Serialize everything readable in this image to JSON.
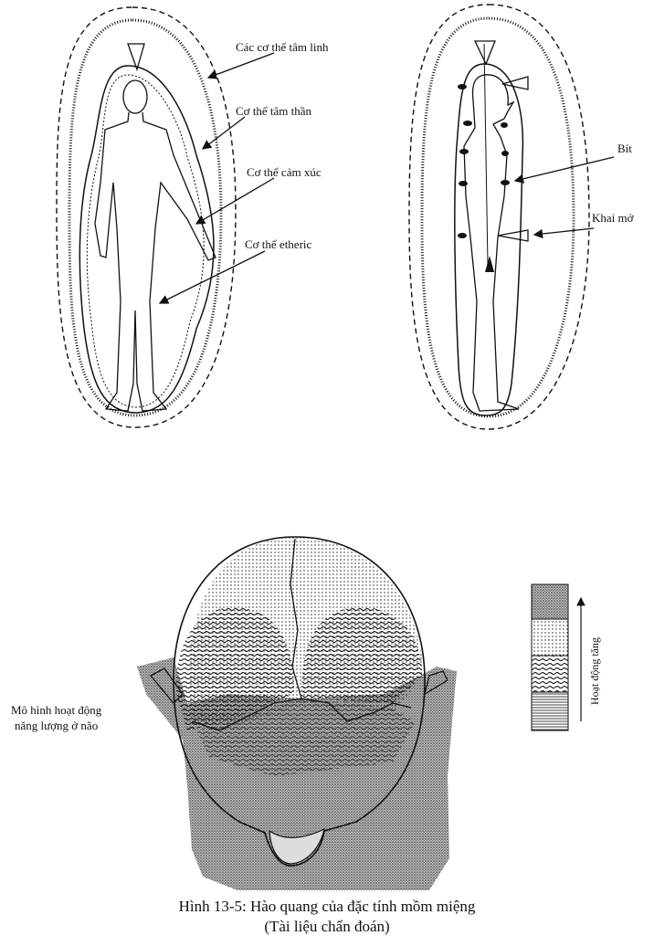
{
  "top_left_labels": {
    "spiritual_bodies": "Các cơ thể tâm linh",
    "mental_body": "Cơ thể tâm thần",
    "emotional_body": "Cơ thể cảm xúc",
    "etheric_body": "Cơ thể etheric"
  },
  "top_right_labels": {
    "blocked": "Bít",
    "open": "Khai mở"
  },
  "brain_model_label": {
    "line1": "Mô hình hoạt động",
    "line2": "năng lượng ở não"
  },
  "legend": {
    "axis_label": "Hoạt động tăng"
  },
  "caption": {
    "line1": "Hình 13-5: Hào quang của đặc tính mồm miệng",
    "line2": "(Tài liệu chẩn đoán)"
  },
  "colors": {
    "ink": "#111111",
    "background": "#ffffff"
  }
}
